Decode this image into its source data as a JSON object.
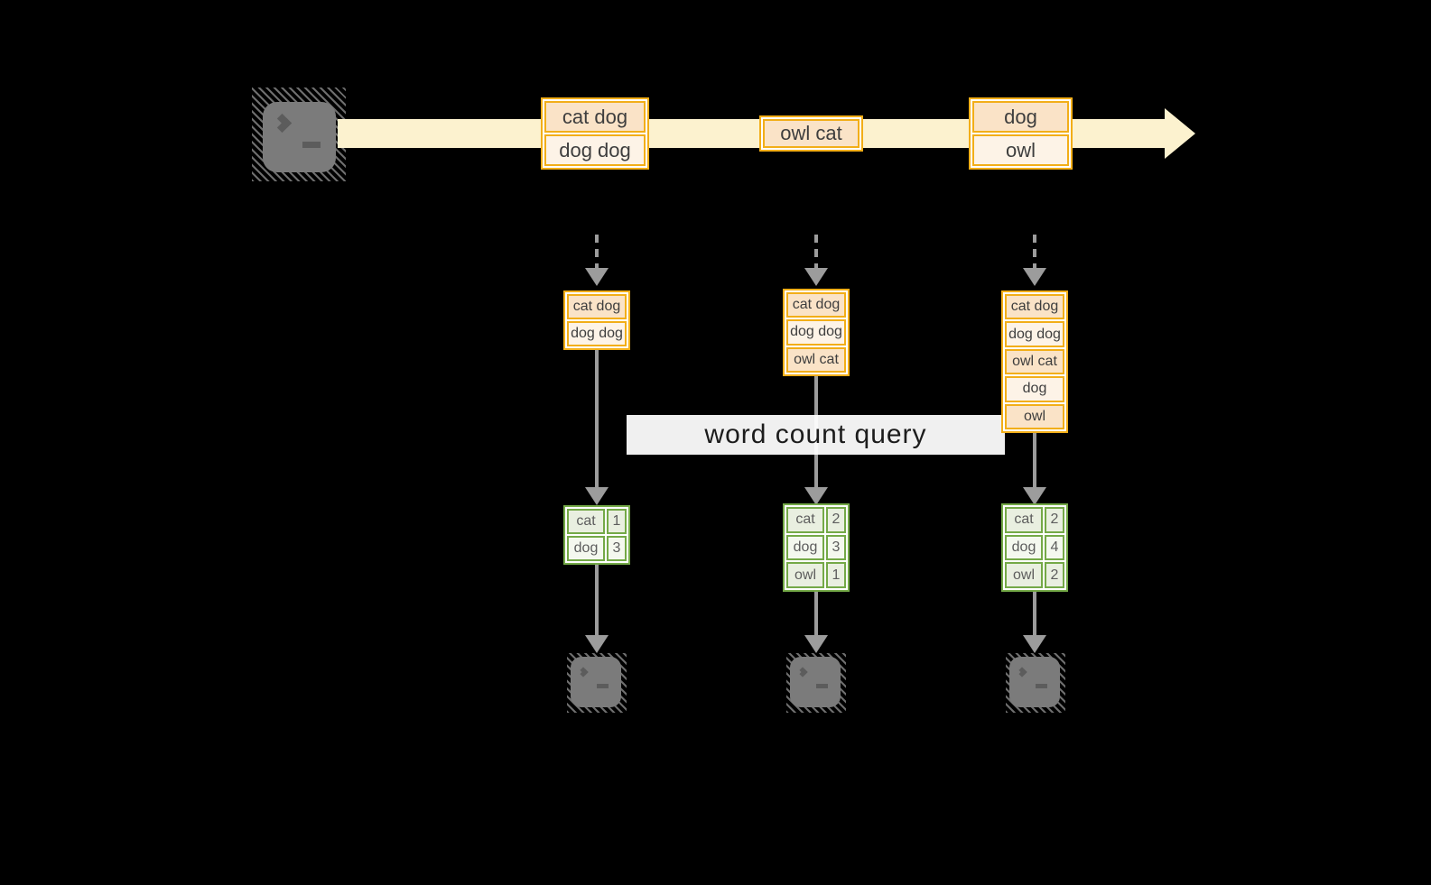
{
  "overlay": {
    "label": "word count query"
  },
  "stream": {
    "source_icon": "terminal-icon",
    "events": [
      {
        "rows": [
          "cat dog",
          "dog dog"
        ]
      },
      {
        "rows": [
          "owl cat"
        ]
      },
      {
        "rows": [
          "dog",
          "owl"
        ]
      }
    ]
  },
  "states": [
    {
      "rows": [
        "cat dog",
        "dog dog"
      ]
    },
    {
      "rows": [
        "cat dog",
        "dog dog",
        "owl cat"
      ]
    },
    {
      "rows": [
        "cat dog",
        "dog dog",
        "owl cat",
        "dog",
        "owl"
      ]
    }
  ],
  "results": [
    {
      "rows": [
        {
          "word": "cat",
          "count": "1"
        },
        {
          "word": "dog",
          "count": "3"
        }
      ]
    },
    {
      "rows": [
        {
          "word": "cat",
          "count": "2"
        },
        {
          "word": "dog",
          "count": "3"
        },
        {
          "word": "owl",
          "count": "1"
        }
      ]
    },
    {
      "rows": [
        {
          "word": "cat",
          "count": "2"
        },
        {
          "word": "dog",
          "count": "4"
        },
        {
          "word": "owl",
          "count": "2"
        }
      ]
    }
  ],
  "sinks": {
    "icons": [
      "terminal-icon",
      "terminal-icon",
      "terminal-icon"
    ]
  },
  "colors": {
    "background": "#000000",
    "stream_band": "#fcf2cf",
    "event_border": "#f2ae18",
    "event_fill_dark": "#fae3c7",
    "event_fill_light": "#fdf3e7",
    "result_border": "#74a947",
    "result_fill_dark": "#e9efe0",
    "result_fill_light": "#f4f8ef",
    "arrow": "#9c9c9c",
    "terminal": "#7b7b7b",
    "overlay_bg": "#ffffff",
    "text_dark": "#3e3e3e"
  }
}
